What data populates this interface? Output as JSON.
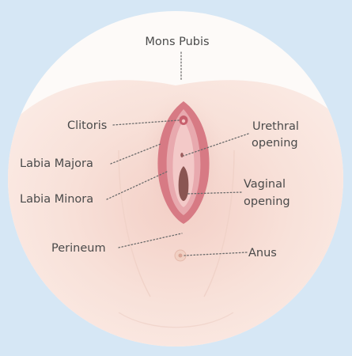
{
  "diagram": {
    "labels": {
      "mons_pubis": "Mons Pubis",
      "clitoris": "Clitoris",
      "urethral_opening_line1": "Urethral",
      "urethral_opening_line2": "opening",
      "labia_majora": "Labia Majora",
      "labia_minora": "Labia Minora",
      "vaginal_opening_line1": "Vaginal",
      "vaginal_opening_line2": "opening",
      "perineum": "Perineum",
      "anus": "Anus"
    },
    "colors": {
      "background": "#d6e7f5",
      "circle": "#fdfaf8",
      "skin": "#f8e2da",
      "labia_majora": "#d77a84",
      "labia_minora": "#e8a9ae",
      "vestibule": "#f0c3c4",
      "vaginal_opening": "#8a5552",
      "label_text": "#4a4a4a"
    }
  }
}
